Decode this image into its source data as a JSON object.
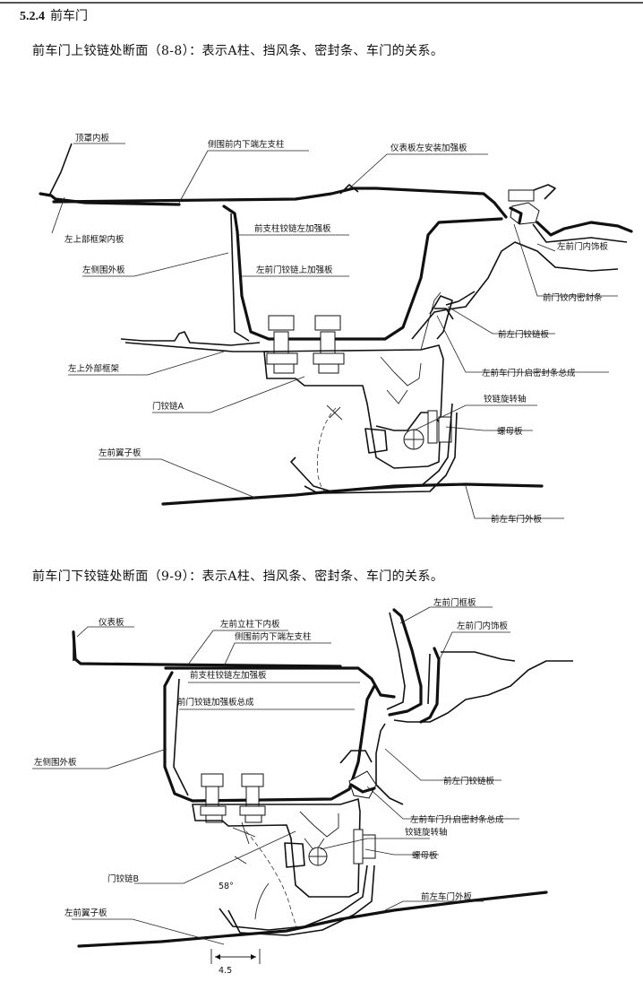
{
  "section": {
    "number": "5.2.4",
    "title": "前车门"
  },
  "captions": {
    "upper": "前车门上铰链处断面（8-8）：表示A柱、挡风条、密封条、车门的关系。",
    "lower": "前车门下铰链处断面（9-9）：表示A柱、挡风条、密封条、车门的关系。"
  },
  "figure_upper": {
    "labels": {
      "roof_inner": "顶罩内板",
      "side_front_lower_pillar": "侧围前内下端左支柱",
      "ip_bracket": "仪表板左安装加强板",
      "upper_frame_inner": "左上部框架内板",
      "front_pillar_hinge_rf": "前支柱铰链左加强板",
      "side_outer": "左侧围外板",
      "door_hinge_upper_rf": "左前门铰链上加强板",
      "front_door_inner_trim": "左前门内饰板",
      "door_inner_seal": "前门铰内密封条",
      "door_hinge_plate": "前左门铰链板",
      "upper_outer_frame": "左上外部框架",
      "door_lift_seal": "左前车门升启密封条总成",
      "hinge_pin": "铰链旋转轴",
      "door_hinge_a": "门铰链A",
      "nut_plate": "螺母板",
      "front_fender": "左前翼子板",
      "door_outer": "前左车门外板"
    }
  },
  "figure_lower": {
    "labels": {
      "ip": "仪表板",
      "front_pillar_lower_inner": "左前立柱下内板",
      "side_front_lower_pillar": "侧围前内下端左支柱",
      "door_frame_plate": "左前门框板",
      "door_inner_trim": "左前门内饰板",
      "front_pillar_hinge_rf": "前支柱铰链左加强板",
      "door_hinge_rf_assy": "前门铰链加强板总成",
      "side_outer": "左侧围外板",
      "door_hinge_plate": "前左门铰链板",
      "door_lift_seal": "左前车门升启密封条总成",
      "hinge_pin": "铰链旋转轴",
      "nut_plate": "螺母板",
      "door_hinge_b": "门铰链B",
      "angle": "58°",
      "front_fender": "左前翼子板",
      "door_outer": "前左车门外板",
      "gap": "4.5"
    }
  }
}
